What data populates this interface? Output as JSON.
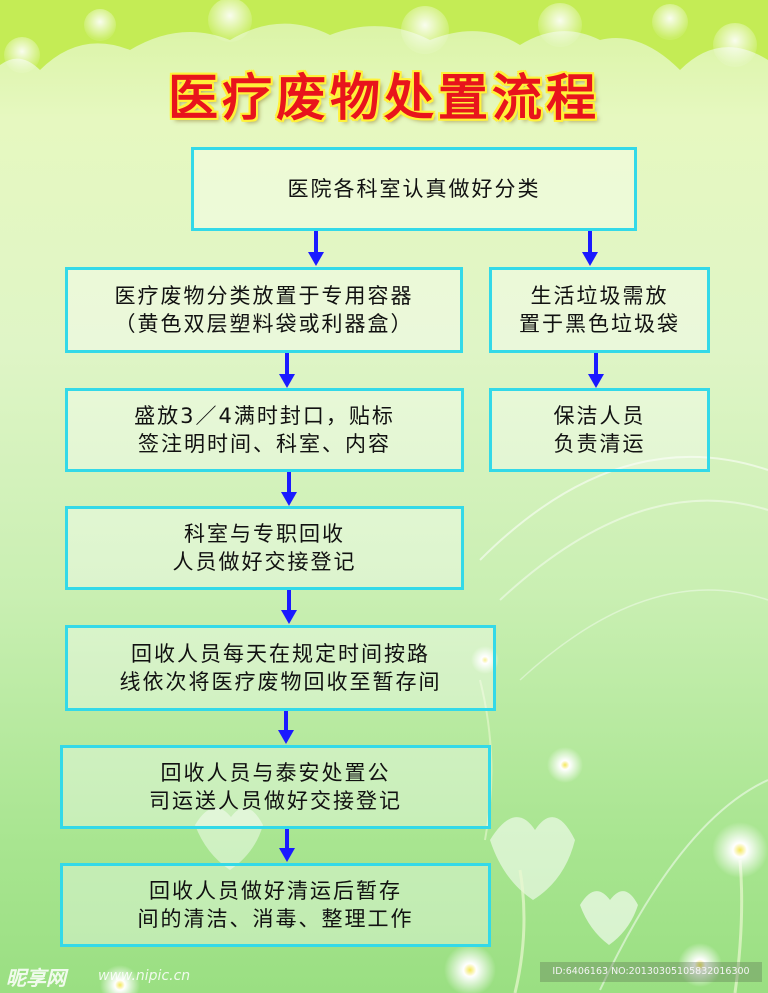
{
  "title": "医疗废物处置流程",
  "steps": {
    "classify": "医院各科室认真做好分类",
    "container": "医疗废物分类放置于专用容器\n（黄色双层塑料袋或利器盒）",
    "seal": "盛放3／4满时封口，贴标\n签注明时间、科室、内容",
    "handover": "科室与专职回收\n人员做好交接登记",
    "collect": "回收人员每天在规定时间按路\n线依次将医疗废物回收至暂存间",
    "transfer": "回收人员与泰安处置公\n司运送人员做好交接登记",
    "clean": "回收人员做好清运后暂存\n间的清洁、消毒、整理工作",
    "household": "生活垃圾需放\n置于黑色垃圾袋",
    "cleaner": "保洁人员\n负责清运"
  },
  "watermark": {
    "logo": "昵享网",
    "url": "www.nipic.cn",
    "id": "ID:6406163 NO:20130305105832016300"
  },
  "colors": {
    "title": "#e8141c",
    "title_outline": "#fff23a",
    "box_border": "#33d9e8",
    "arrow": "#1a1aff"
  }
}
